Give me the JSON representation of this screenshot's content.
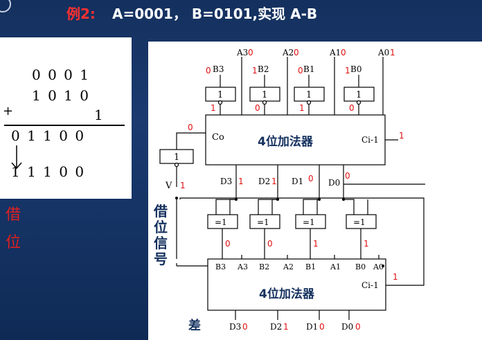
{
  "title": {
    "example": "例2:",
    "text": "A=0001， B=0101,实现 A-B"
  },
  "calc": {
    "r1": "0 0 0 1",
    "r2": "1 0 1 0",
    "plus": "+",
    "r3": "1",
    "r4": "0 1 1 0 0",
    "r5": "1 1 1 0 0"
  },
  "borrow": {
    "c1": "借",
    "c2": "位"
  },
  "signal": [
    "借",
    "位",
    "信",
    "号"
  ],
  "diff": "差",
  "adder_label": "4位加法器",
  "inverter": "1",
  "xor": "=1",
  "labels": {
    "A3": "A3",
    "A2": "A2",
    "A1": "A1",
    "A0": "A0",
    "B3": "B3",
    "B2": "B2",
    "B1": "B1",
    "B0": "B0",
    "Co": "Co",
    "Ci": "Ci-1",
    "V": "V",
    "D3": "D3",
    "D2": "D2",
    "D1": "D1",
    "D0": "D0"
  },
  "values": {
    "A3": "0",
    "A2": "0",
    "A1": "0",
    "A0": "1",
    "B3": "0",
    "B2": "1",
    "B1": "0",
    "B0": "1",
    "nB3": "1",
    "nB2": "0",
    "nB1": "1",
    "nB0": "0",
    "Co": "0",
    "Ci_top": "1",
    "V": "1",
    "D3": "1",
    "D2": "1",
    "D1": "0",
    "D0": "0",
    "X3": "0",
    "X2": "0",
    "X1": "1",
    "X0": "1",
    "Ci_bottom": "1",
    "R3": "0",
    "R2": "1",
    "R1": "0",
    "R0": "0"
  }
}
